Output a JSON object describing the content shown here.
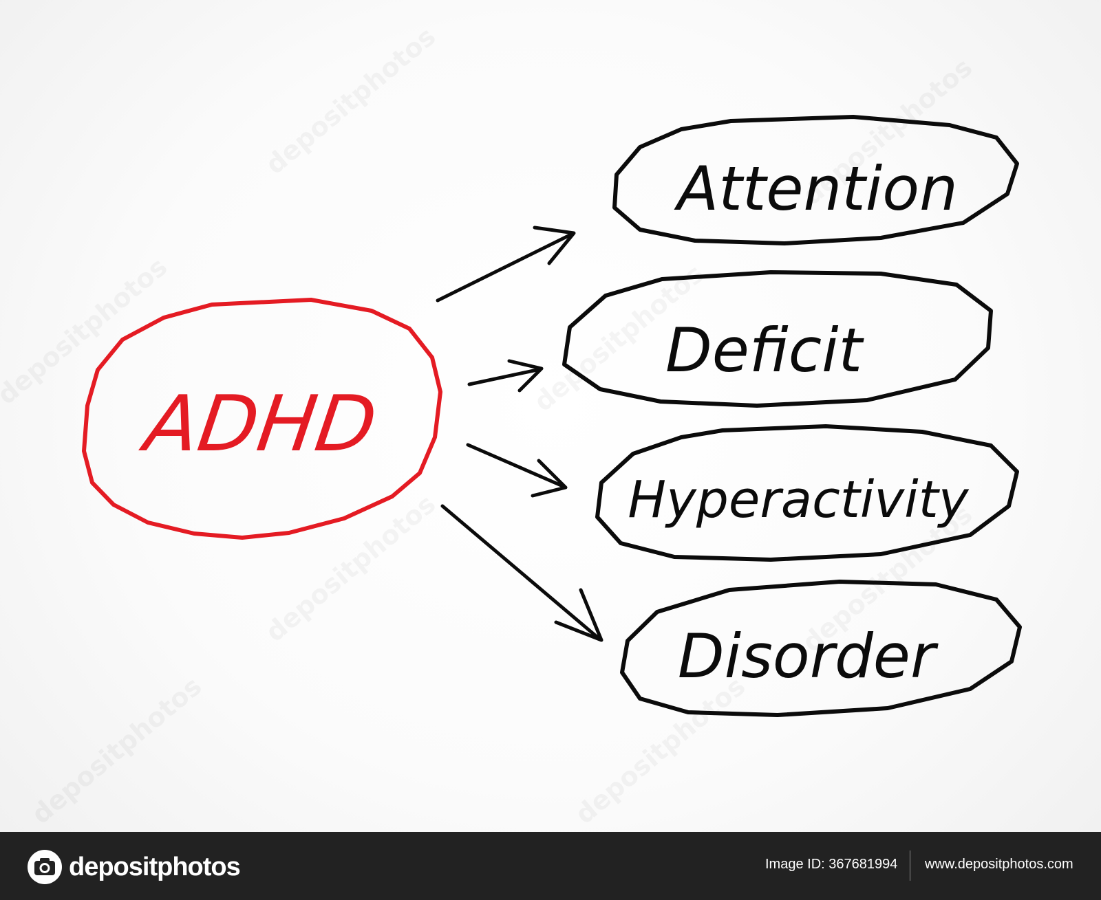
{
  "diagram": {
    "center": {
      "label": "ADHD",
      "color": "#e41b23"
    },
    "terms": [
      {
        "label": "Attention"
      },
      {
        "label": "Deficit"
      },
      {
        "label": "Hyperactivity"
      },
      {
        "label": "Disorder"
      }
    ],
    "ink_color": "#0b0b0b",
    "watermark_text": "depositphotos"
  },
  "footer": {
    "brand": "depositphotos",
    "image_id": "Image ID: 367681994",
    "url": "www.depositphotos.com",
    "background": "#222222",
    "logo_icon": "camera-icon"
  }
}
